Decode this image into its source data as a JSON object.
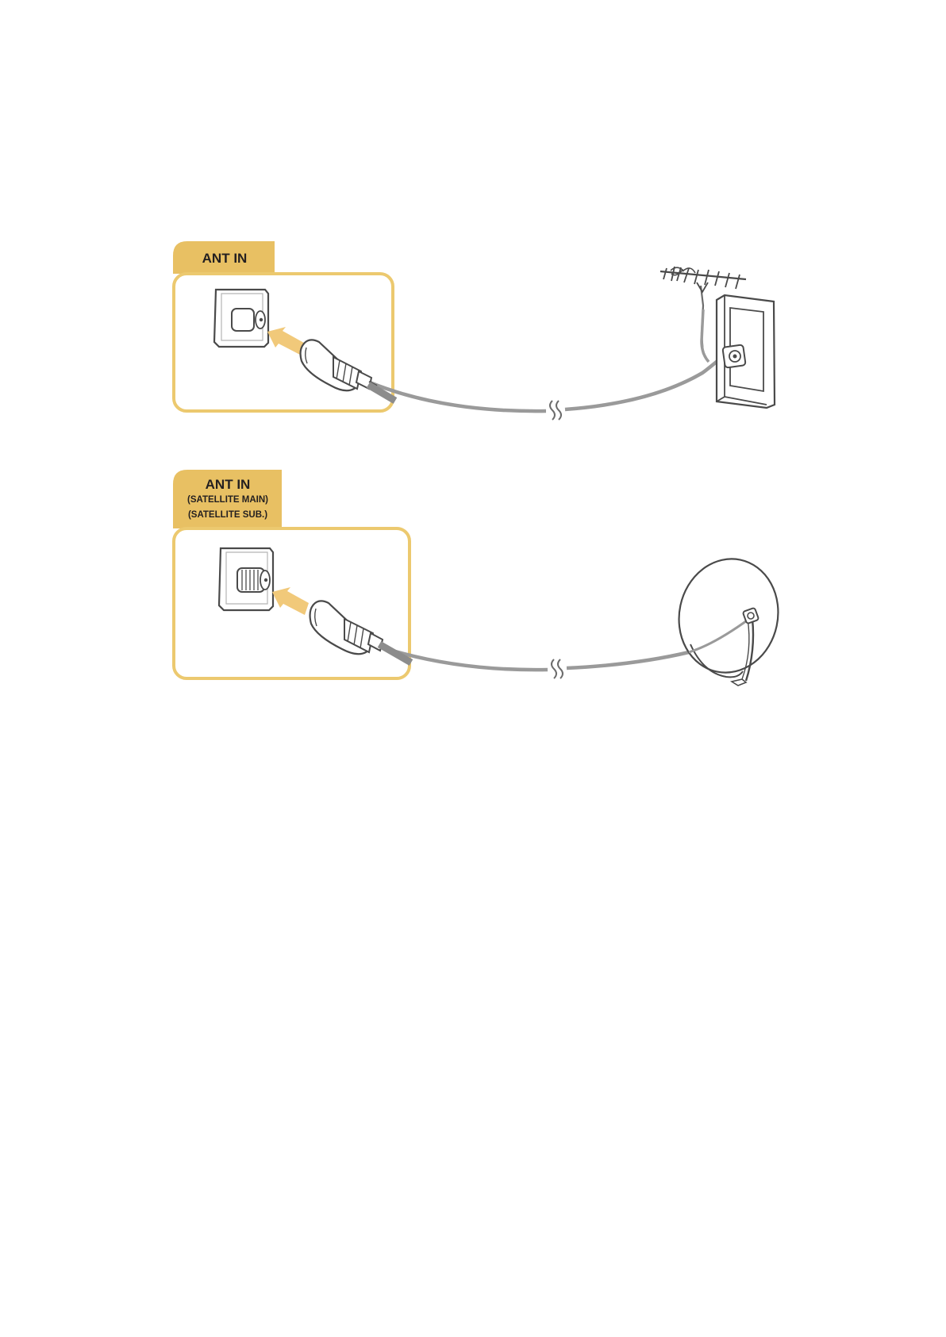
{
  "diagrams": [
    {
      "id": "antenna",
      "port_label": "ANT IN",
      "port_sublabels": [],
      "source": "terrestrial-antenna-wall-outlet"
    },
    {
      "id": "satellite",
      "port_label": "ANT IN",
      "port_sublabels": [
        "(SATELLITE MAIN)",
        "(SATELLITE SUB.)"
      ],
      "source": "satellite-dish"
    }
  ],
  "colors": {
    "tab_fill": "#e8c063",
    "panel_border": "#ecc96f",
    "cable": "#9a9a9a",
    "cable_core": "#8c8c8c",
    "arrow": "#f1c97a",
    "line_art": "#4a4a4a"
  },
  "icons": {
    "antenna": "tv-antenna-icon",
    "wall_outlet": "wall-outlet-icon",
    "dish": "satellite-dish-icon",
    "break": "cable-break-icon"
  }
}
